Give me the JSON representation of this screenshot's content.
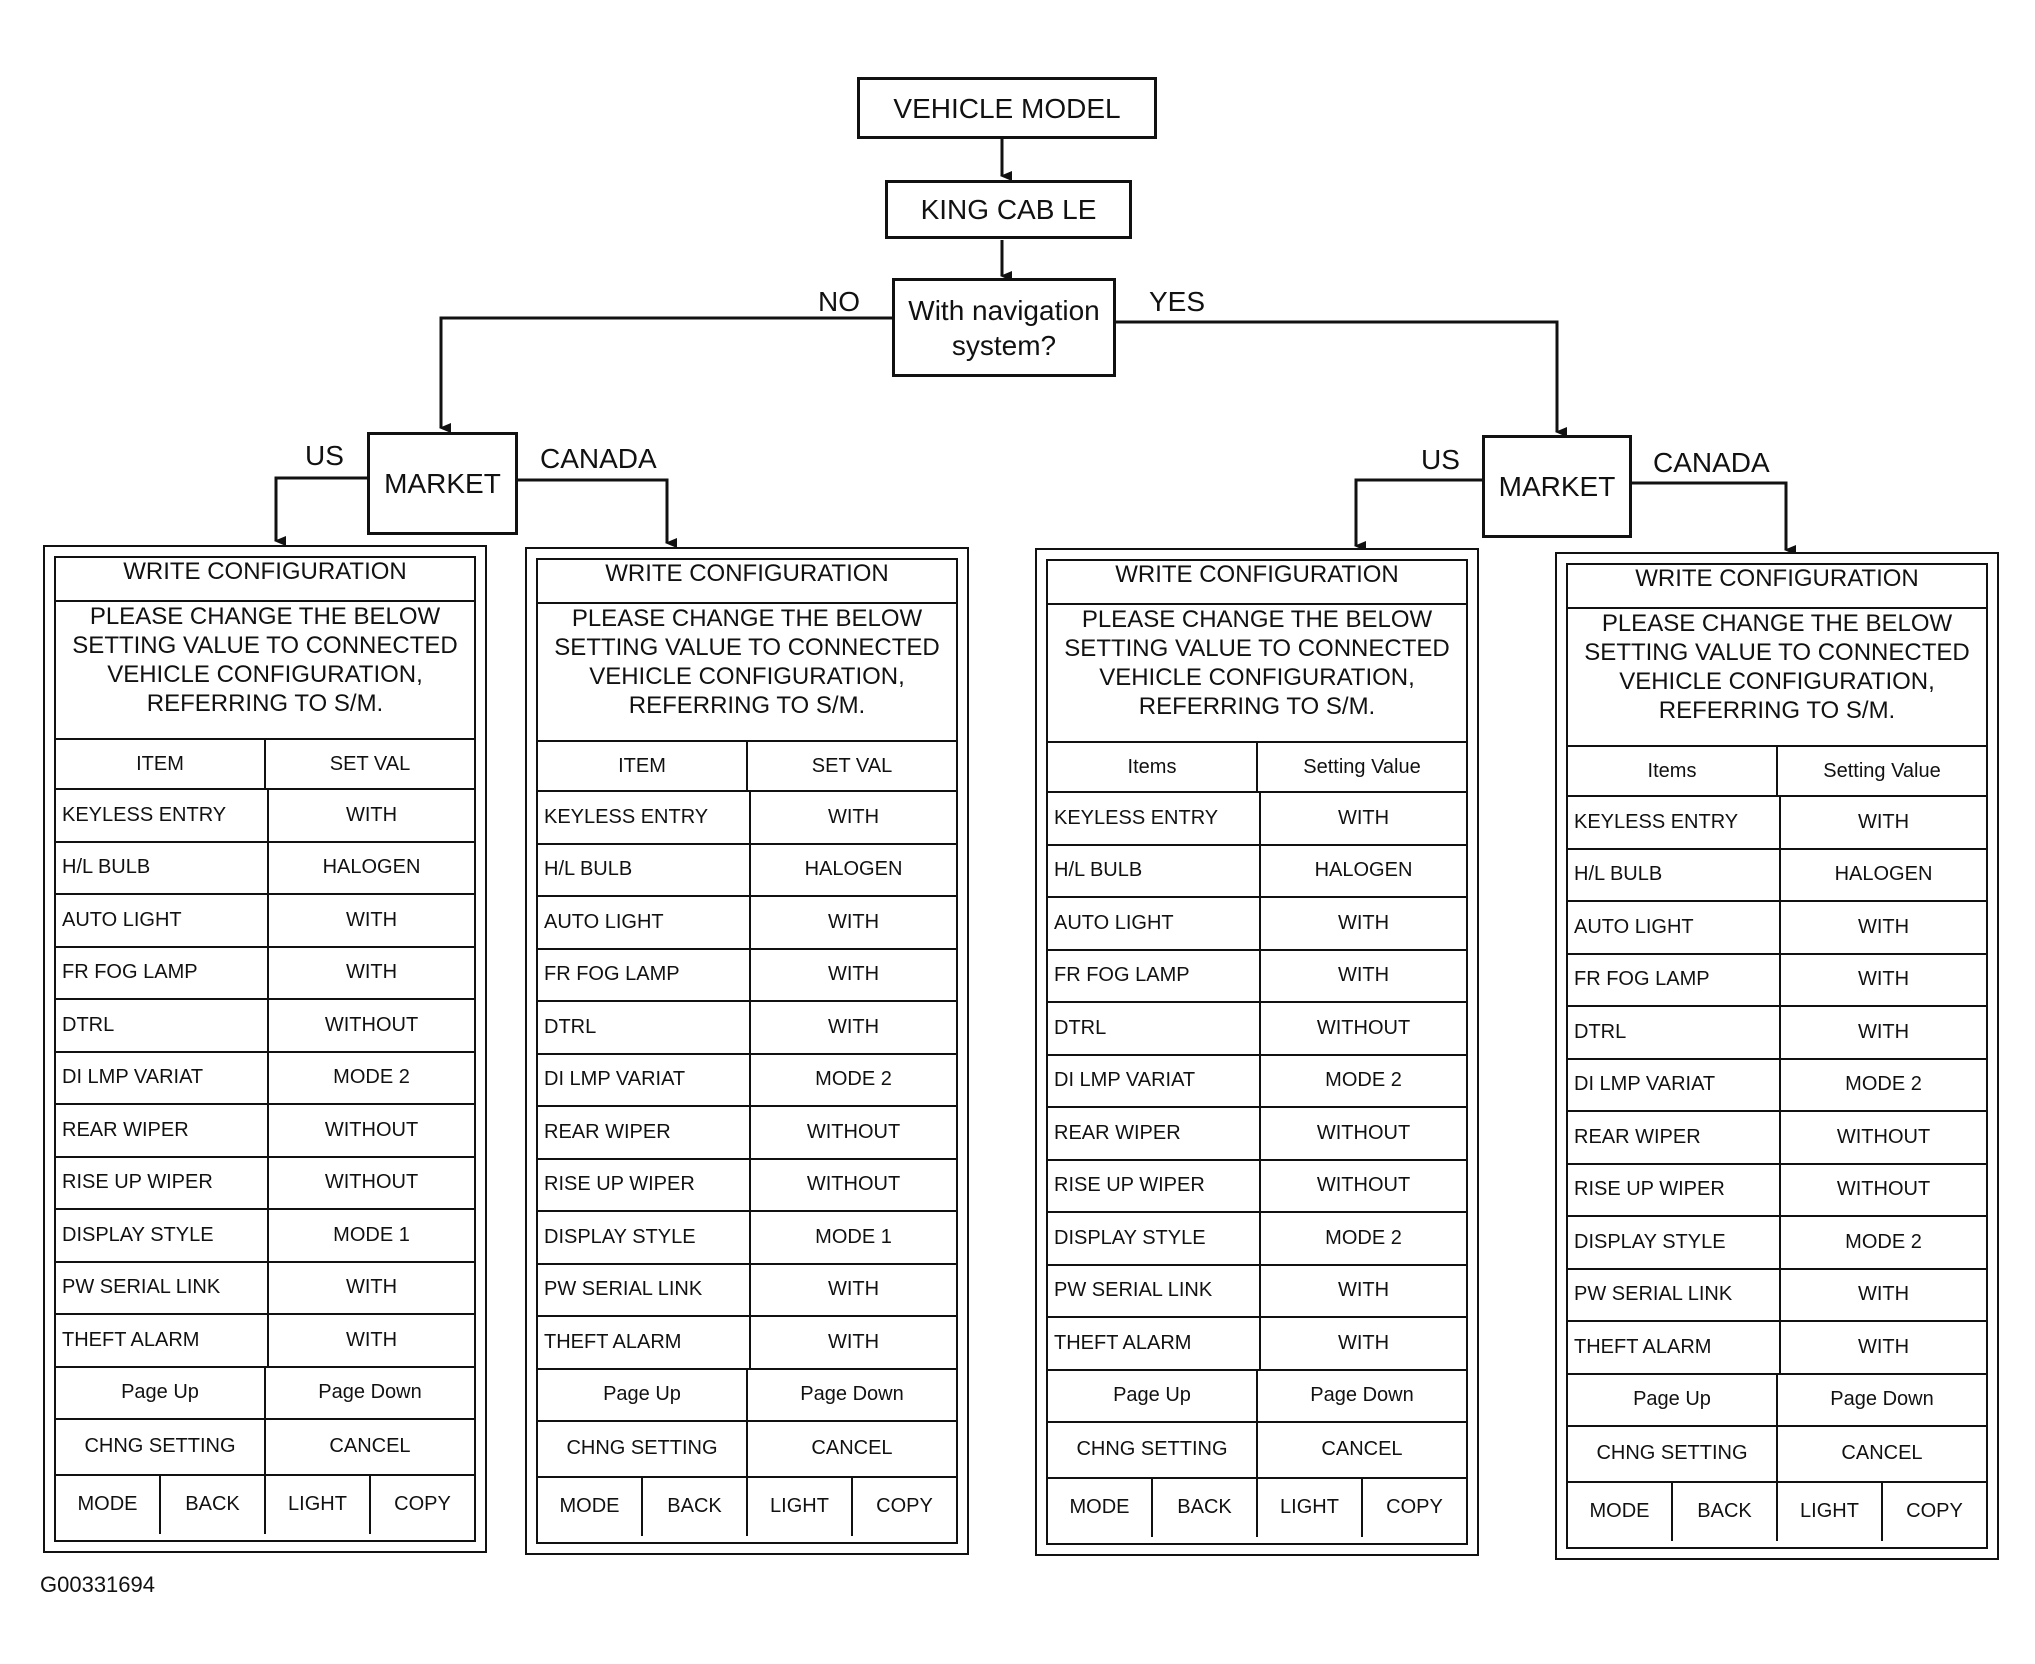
{
  "flow": {
    "vehicle_model": "VEHICLE MODEL",
    "model_value": "KING CAB LE",
    "nav_question": "With navigation system?",
    "no_label": "NO",
    "yes_label": "YES",
    "market_label": "MARKET",
    "us_label": "US",
    "canada_label": "CANADA"
  },
  "panels": [
    {
      "title": "WRITE CONFIGURATION",
      "message": "PLEASE CHANGE THE BELOW SETTING VALUE TO CONNECTED VEHICLE CONFIGURATION, REFERRING TO S/M.",
      "col_item": "ITEM",
      "col_value": "SET VAL",
      "rows": [
        {
          "item": "KEYLESS ENTRY",
          "value": "WITH"
        },
        {
          "item": "H/L BULB",
          "value": "HALOGEN"
        },
        {
          "item": "AUTO LIGHT",
          "value": "WITH"
        },
        {
          "item": "FR FOG LAMP",
          "value": "WITH"
        },
        {
          "item": "DTRL",
          "value": "WITHOUT"
        },
        {
          "item": "DI LMP VARIAT",
          "value": "MODE 2"
        },
        {
          "item": "REAR WIPER",
          "value": "WITHOUT"
        },
        {
          "item": "RISE UP WIPER",
          "value": "WITHOUT"
        },
        {
          "item": "DISPLAY STYLE",
          "value": "MODE 1"
        },
        {
          "item": "PW SERIAL LINK",
          "value": "WITH"
        },
        {
          "item": "THEFT ALARM",
          "value": "WITH"
        }
      ],
      "page_up": "Page Up",
      "page_down": "Page Down",
      "chng_setting": "CHNG SETTING",
      "cancel": "CANCEL",
      "mode": "MODE",
      "back": "BACK",
      "light": "LIGHT",
      "copy": "COPY"
    },
    {
      "title": "WRITE CONFIGURATION",
      "message": "PLEASE CHANGE THE BELOW SETTING VALUE TO CONNECTED VEHICLE CONFIGURATION, REFERRING TO S/M.",
      "col_item": "ITEM",
      "col_value": "SET VAL",
      "rows": [
        {
          "item": "KEYLESS ENTRY",
          "value": "WITH"
        },
        {
          "item": "H/L BULB",
          "value": "HALOGEN"
        },
        {
          "item": "AUTO LIGHT",
          "value": "WITH"
        },
        {
          "item": "FR FOG LAMP",
          "value": "WITH"
        },
        {
          "item": "DTRL",
          "value": "WITH"
        },
        {
          "item": "DI LMP VARIAT",
          "value": "MODE 2"
        },
        {
          "item": "REAR WIPER",
          "value": "WITHOUT"
        },
        {
          "item": "RISE UP WIPER",
          "value": "WITHOUT"
        },
        {
          "item": "DISPLAY STYLE",
          "value": "MODE 1"
        },
        {
          "item": "PW SERIAL LINK",
          "value": "WITH"
        },
        {
          "item": "THEFT ALARM",
          "value": "WITH"
        }
      ],
      "page_up": "Page Up",
      "page_down": "Page Down",
      "chng_setting": "CHNG SETTING",
      "cancel": "CANCEL",
      "mode": "MODE",
      "back": "BACK",
      "light": "LIGHT",
      "copy": "COPY"
    },
    {
      "title": "WRITE CONFIGURATION",
      "message": "PLEASE CHANGE THE BELOW SETTING VALUE TO CONNECTED VEHICLE CONFIGURATION, REFERRING TO S/M.",
      "col_item": "Items",
      "col_value": "Setting Value",
      "rows": [
        {
          "item": "KEYLESS ENTRY",
          "value": "WITH"
        },
        {
          "item": "H/L BULB",
          "value": "HALOGEN"
        },
        {
          "item": "AUTO LIGHT",
          "value": "WITH"
        },
        {
          "item": "FR FOG LAMP",
          "value": "WITH"
        },
        {
          "item": "DTRL",
          "value": "WITHOUT"
        },
        {
          "item": "DI LMP VARIAT",
          "value": "MODE 2"
        },
        {
          "item": "REAR WIPER",
          "value": "WITHOUT"
        },
        {
          "item": "RISE UP WIPER",
          "value": "WITHOUT"
        },
        {
          "item": "DISPLAY STYLE",
          "value": "MODE 2"
        },
        {
          "item": "PW SERIAL LINK",
          "value": "WITH"
        },
        {
          "item": "THEFT ALARM",
          "value": "WITH"
        }
      ],
      "page_up": "Page Up",
      "page_down": "Page Down",
      "chng_setting": "CHNG SETTING",
      "cancel": "CANCEL",
      "mode": "MODE",
      "back": "BACK",
      "light": "LIGHT",
      "copy": "COPY"
    },
    {
      "title": "WRITE CONFIGURATION",
      "message": "PLEASE CHANGE THE BELOW SETTING VALUE TO CONNECTED VEHICLE CONFIGURATION, REFERRING TO S/M.",
      "col_item": "Items",
      "col_value": "Setting Value",
      "rows": [
        {
          "item": "KEYLESS ENTRY",
          "value": "WITH"
        },
        {
          "item": "H/L BULB",
          "value": "HALOGEN"
        },
        {
          "item": "AUTO LIGHT",
          "value": "WITH"
        },
        {
          "item": "FR FOG LAMP",
          "value": "WITH"
        },
        {
          "item": "DTRL",
          "value": "WITH"
        },
        {
          "item": "DI LMP VARIAT",
          "value": "MODE 2"
        },
        {
          "item": "REAR WIPER",
          "value": "WITHOUT"
        },
        {
          "item": "RISE UP WIPER",
          "value": "WITHOUT"
        },
        {
          "item": "DISPLAY STYLE",
          "value": "MODE 2"
        },
        {
          "item": "PW SERIAL LINK",
          "value": "WITH"
        },
        {
          "item": "THEFT ALARM",
          "value": "WITH"
        }
      ],
      "page_up": "Page Up",
      "page_down": "Page Down",
      "chng_setting": "CHNG SETTING",
      "cancel": "CANCEL",
      "mode": "MODE",
      "back": "BACK",
      "light": "LIGHT",
      "copy": "COPY"
    }
  ],
  "figure_id": "G00331694"
}
